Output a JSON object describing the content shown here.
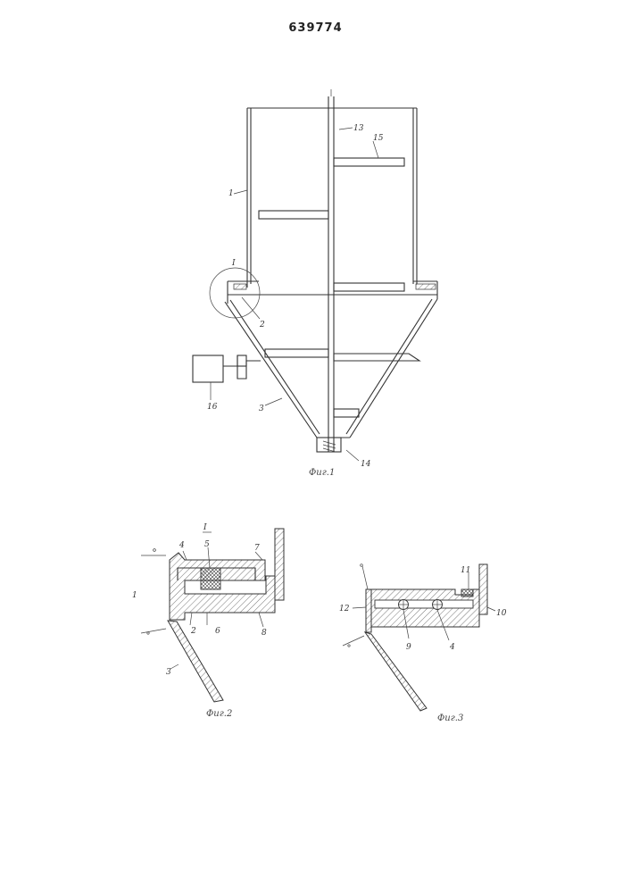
{
  "document": {
    "number": "639774"
  },
  "fig1": {
    "caption": "Фиг.1",
    "labels": {
      "vessel": "1",
      "detail_mark": "I",
      "seal": "2",
      "cone": "3",
      "drive": "16",
      "shaft": "13",
      "blade": "15",
      "bottom": "14"
    }
  },
  "fig2": {
    "caption": "Фиг.2",
    "title": "I",
    "labels": {
      "vessel": "1",
      "seal": "2",
      "cone": "3",
      "part4": "4",
      "part5": "5",
      "part6": "6",
      "part7": "7",
      "part8": "8"
    }
  },
  "fig3": {
    "caption": "Фиг.3",
    "labels": {
      "part4": "4",
      "part9": "9",
      "part10": "10",
      "part11": "11",
      "part12": "12"
    }
  }
}
